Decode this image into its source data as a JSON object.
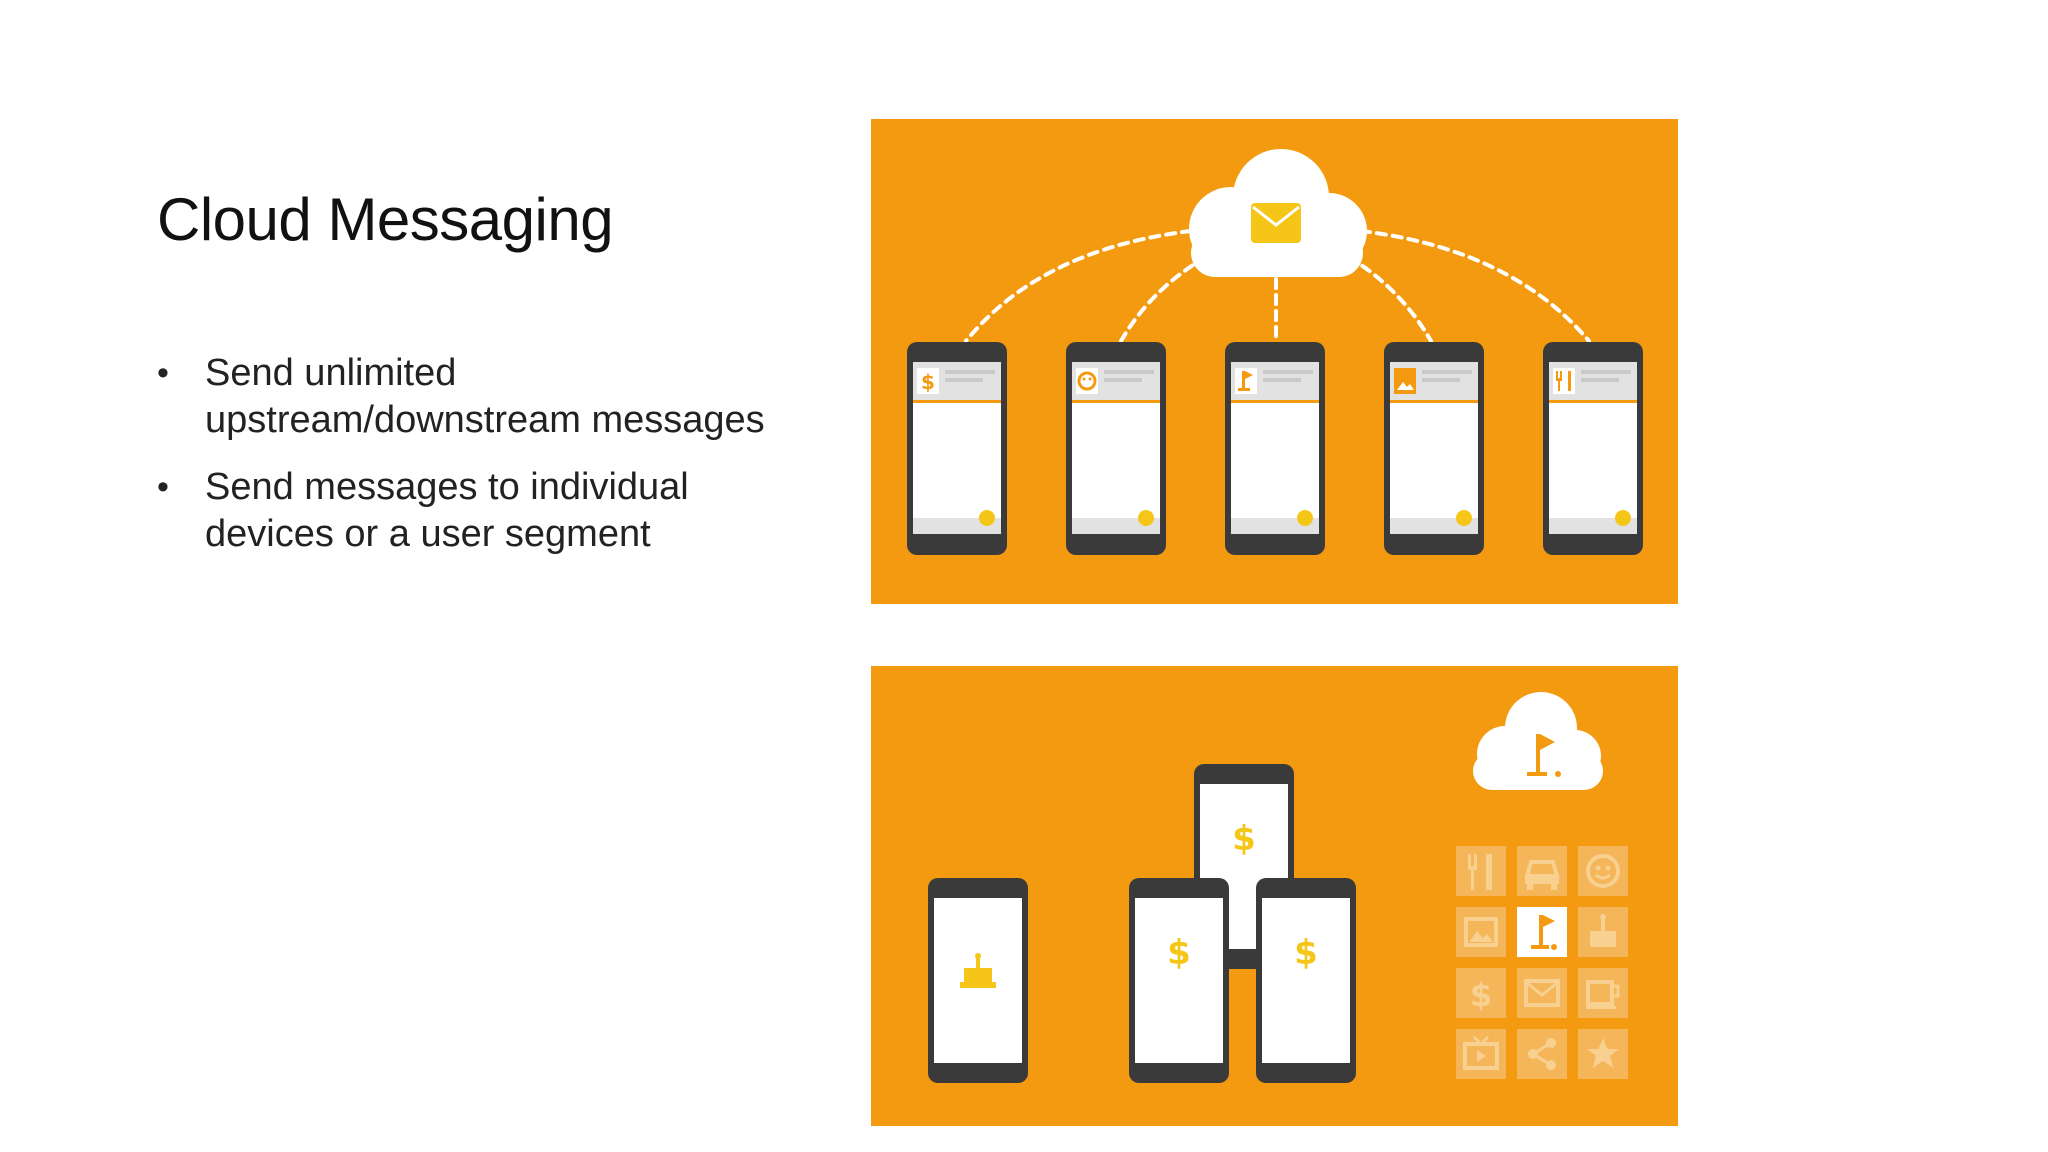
{
  "slide": {
    "title": "Cloud Messaging",
    "bullets": [
      "Send unlimited upstream/downstream messages",
      "Send messages to individual devices or a user segment"
    ]
  },
  "colors": {
    "panel": "#f39a10",
    "accent": "#f5c518",
    "phone": "#3a3a3a",
    "screen": "#ffffff"
  },
  "icons": {
    "top_cloud": "envelope-icon",
    "top_phones": [
      "dollar-icon",
      "smiley-icon",
      "golf-flag-icon",
      "image-icon",
      "fork-knife-icon"
    ],
    "bottom_cloud": "golf-flag-icon",
    "bottom_phones": [
      "cake-icon",
      "dollar-icon",
      "dollar-icon",
      "dollar-icon"
    ],
    "grid": [
      "fork-knife-icon",
      "car-icon",
      "smiley-icon",
      "image-icon",
      "golf-flag-icon",
      "cake-icon",
      "dollar-icon",
      "envelope-icon",
      "coffee-icon",
      "tv-icon",
      "share-icon",
      "star-icon"
    ]
  }
}
